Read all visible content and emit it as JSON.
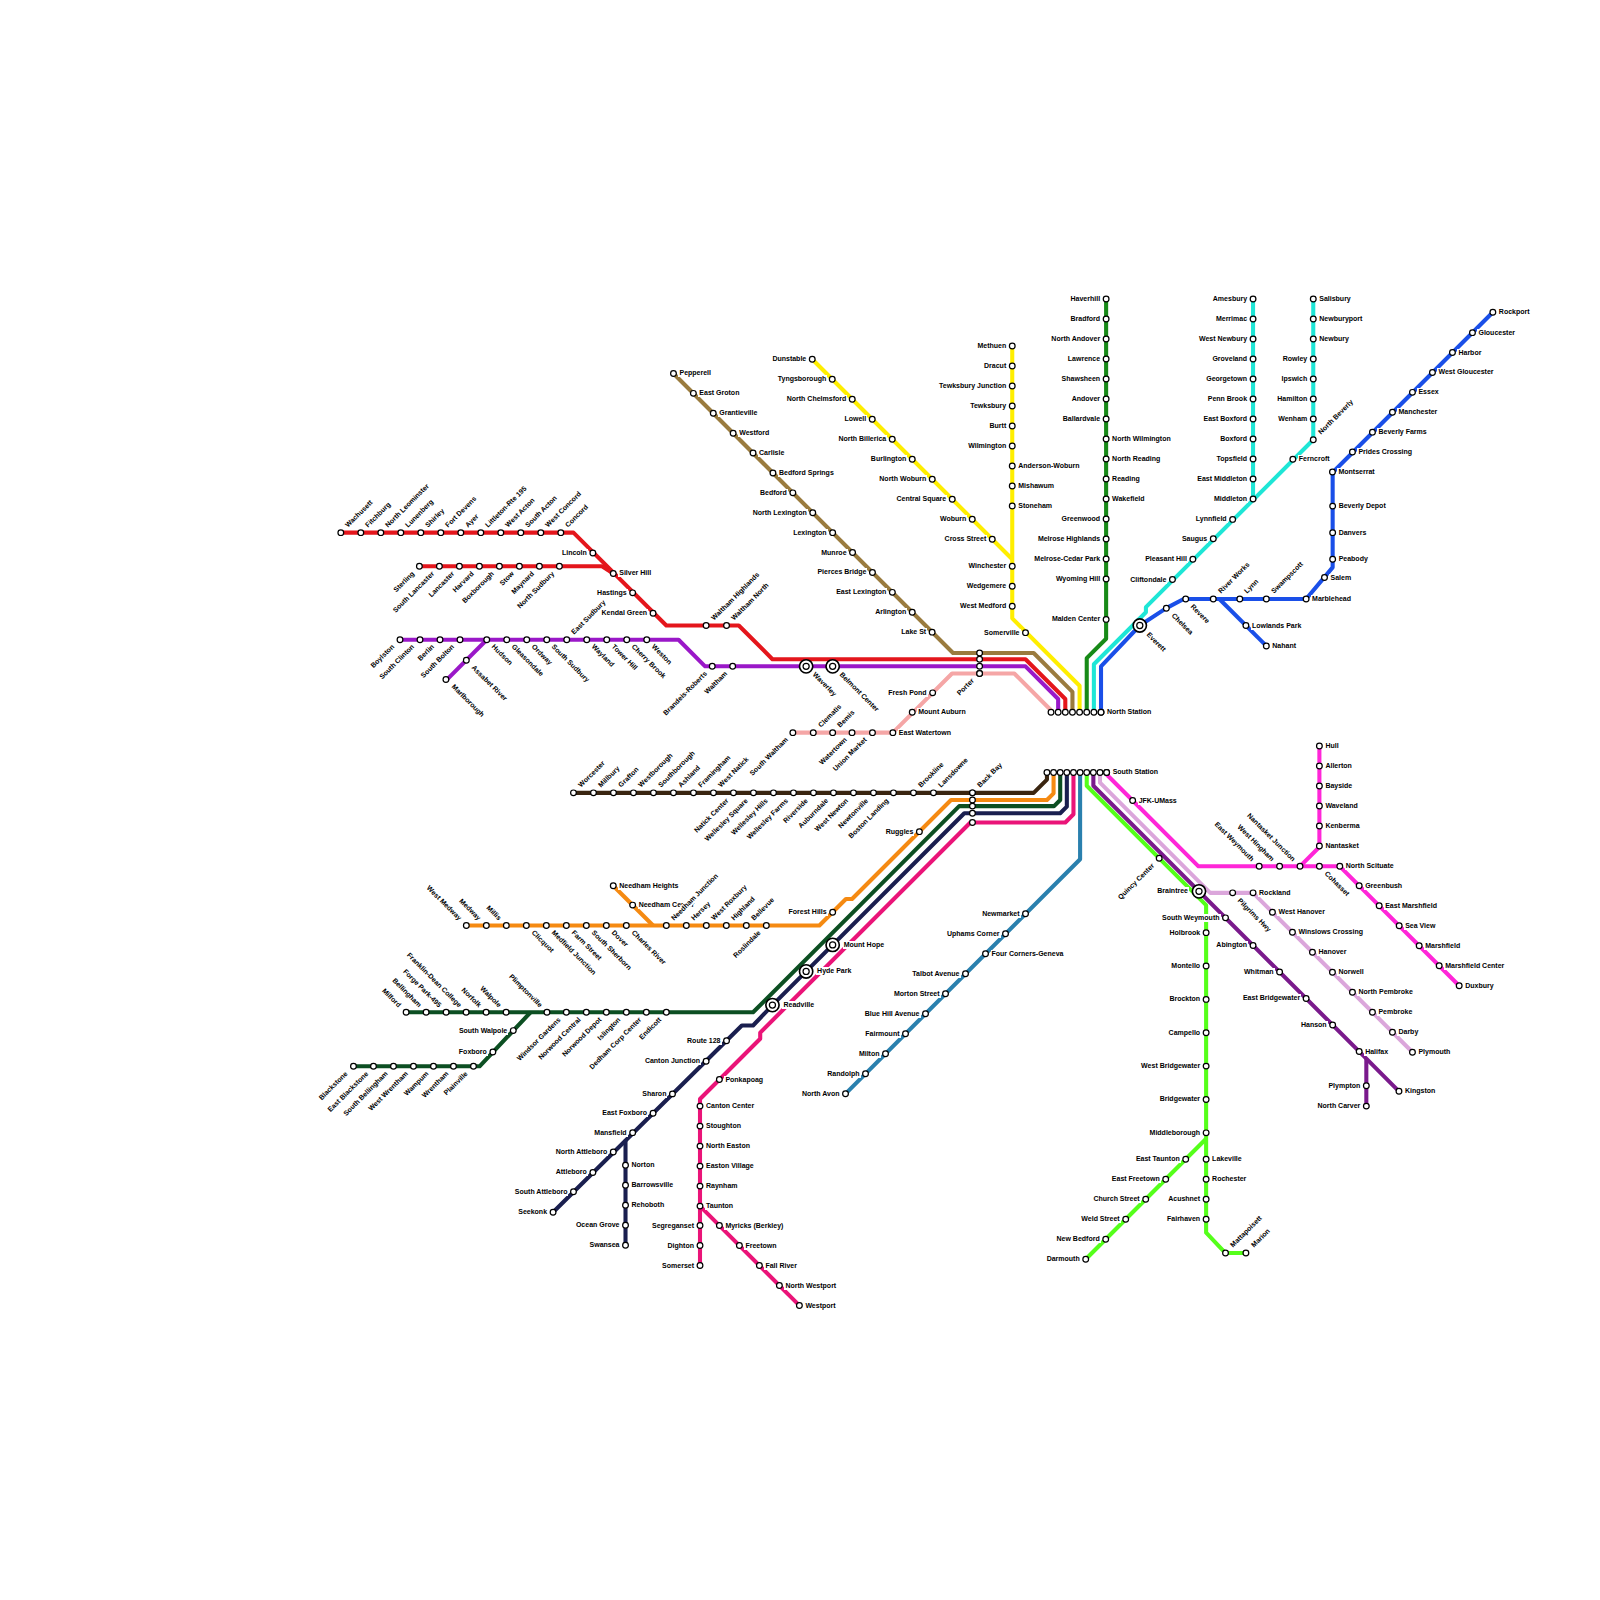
{
  "diagram": {
    "labels": [
      "Wachusett",
      "Fitchburg",
      "North Leominster",
      "Lunenberg",
      "Shirley",
      "Fort Devens",
      "Ayer",
      "Littleton-Rte 195",
      "West Acton",
      "South Acton",
      "West Concord",
      "Concord",
      "Lincoln",
      "Sterling",
      "South Lancaster",
      "Lancaster",
      "Harvard",
      "Boxborough",
      "Stow",
      "Maynard",
      "North Sudbury",
      "Silver Hill",
      "Hastings",
      "Kendal Green",
      "Waltham Highlands",
      "Waltham North",
      "Waverley",
      "Belmont Center",
      "Boylston",
      "South Clinton",
      "Berlin",
      "South Bolton",
      "Hudson",
      "Gleasondale",
      "Ordway",
      "South Sudbury",
      "East Sudbury",
      "Wayland",
      "Tower Hill",
      "Cherry Brook",
      "Weston",
      "Assabet River",
      "Marlborough",
      "Brandeis-Roberts",
      "Waltham",
      "Pepperell",
      "East Groton",
      "Grantieville",
      "Westford",
      "Carlisle",
      "Bedford Springs",
      "Bedford",
      "North Lexington",
      "Lexington",
      "Munroe",
      "Pierces Bridge",
      "East Lexington",
      "Arlington",
      "Lake St",
      "Porter",
      "South Waltham",
      "Clematis",
      "Bemis",
      "Watertown",
      "Union Market",
      "East Watertown",
      "Mount Auburn",
      "Fresh Pond",
      "Dunstable",
      "Tyngsborough",
      "North Chelmsford",
      "Lowell",
      "North Billerica",
      "Burlington",
      "North Woburn",
      "Central Square",
      "Woburn",
      "Cross Street",
      "Methuen",
      "Dracut",
      "Tewksbury Junction",
      "Tewksbury",
      "Burtt",
      "Wilmington",
      "Anderson-Woburn",
      "Mishawum",
      "Stoneham",
      "Winchester",
      "Wedgemere",
      "West Medford",
      "Somerville",
      "Haverhill",
      "Bradford",
      "North Andover",
      "Lawrence",
      "Shawsheen",
      "Andover",
      "Ballardvale",
      "North Wilmington",
      "North Reading",
      "Reading",
      "Wakefield",
      "Greenwood",
      "Melrose Highlands",
      "Melrose-Cedar Park",
      "Wyoming Hill",
      "Malden Center",
      "Amesbury",
      "Merrimac",
      "West Newbury",
      "Groveland",
      "Georgetown",
      "Penn Brook",
      "East Boxford",
      "Boxford",
      "Topsfield",
      "East Middleton",
      "Middleton",
      "Salisbury",
      "Newburyport",
      "Newbury",
      "Rowley",
      "Ipswich",
      "Hamilton",
      "Wenham",
      "North Beverly",
      "Ferncroft",
      "Lynnfield",
      "Saugus",
      "Pleasant Hill",
      "Cliftondale",
      "Rockport",
      "Gloucester",
      "Harbor",
      "West Gloucester",
      "Essex",
      "Manchester",
      "Beverly Farms",
      "Prides Crossing",
      "Montserrat",
      "Beverly Depot",
      "Danvers",
      "Peabody",
      "Salem",
      "Marblehead",
      "Swampscott",
      "Lynn",
      "River Works",
      "Revere",
      "Chelsea",
      "Everett",
      "Lowlands Park",
      "Nahant",
      "North Station",
      "South Station",
      "Worcester",
      "Millbury",
      "Grafton",
      "Westborough",
      "Southborough",
      "Ashland",
      "Framingham",
      "West Natick",
      "Natick Center",
      "Wellesley Square",
      "Wellesley Hills",
      "Wellesley Farms",
      "Riverside",
      "Auburndale",
      "West Newton",
      "Newtonville",
      "Boston Landing",
      "Brookline",
      "Lansdowne",
      "Back Bay",
      "West Medway",
      "Medway",
      "Millis",
      "Clicquot",
      "Medfield Junction",
      "Farm Street",
      "South Sherborn",
      "Dover",
      "Charles River",
      "Needham Heights",
      "Needham Center",
      "Needham Junction",
      "Hersey",
      "West Roxbury",
      "Highland",
      "Bellevue",
      "Roslindale",
      "Forest Hills",
      "Ruggles",
      "Milford",
      "Bellingham",
      "Forge Park-495",
      "Franklin-Dean College",
      "Norfolk",
      "Walpole",
      "Plimptonville",
      "Windsor Gardens",
      "Norwood Central",
      "Norwood Depot",
      "Islington",
      "Dedham Corp Center",
      "Endicott",
      "South Walpole",
      "Foxboro",
      "Plainville",
      "Wrentham",
      "Wampum",
      "West Wrentham",
      "South Bellingham",
      "East Blackstone",
      "Blackstone",
      "Readville",
      "Hyde Park",
      "Mount Hope",
      "Route 128",
      "Canton Junction",
      "Sharon",
      "East Foxboro",
      "Mansfield",
      "North Attleboro",
      "Attleboro",
      "South Attleboro",
      "Seekonk",
      "Norton",
      "Barrowsville",
      "Rehoboth",
      "Ocean Grove",
      "Swansea",
      "Ponkapoag",
      "Canton Center",
      "Stoughton",
      "North Easton",
      "Easton Village",
      "Raynham",
      "Taunton",
      "Segreganset",
      "Dighton",
      "Somerset",
      "Myricks (Berkley)",
      "Freetown",
      "Fall River",
      "North Westport",
      "Westport",
      "Newmarket",
      "Uphams Corner",
      "Four Corners-Geneva",
      "Talbot Avenue",
      "Morton Street",
      "Blue Hill Avenue",
      "Fairmount",
      "Milton",
      "Randolph",
      "North Avon",
      "JFK-UMass",
      "Quincy Center",
      "Braintree",
      "Holbrook",
      "Montello",
      "Brockton",
      "Campello",
      "West Bridgewater",
      "Bridgewater",
      "Middleborough",
      "East Taunton",
      "East Freetown",
      "Church Street",
      "Weld Street",
      "New Bedford",
      "Darmouth",
      "Lakeville",
      "Rochester",
      "Acushnet",
      "Fairhaven",
      "Mattapoisett",
      "Marion",
      "South Weymouth",
      "Abington",
      "Whitman",
      "East Bridgewater",
      "Hanson",
      "Halifax",
      "Plympton",
      "North Carver",
      "Kingston",
      "Pilgrims Hwy",
      "Rockland",
      "West Hanover",
      "Winslows Crossing",
      "Hanover",
      "Norwell",
      "North Pembroke",
      "Pembroke",
      "Darby",
      "Plymouth",
      "East Weymouth",
      "West Hingham",
      "Nantasket Junction",
      "Cohasset",
      "North Scituate",
      "Greenbush",
      "East Marshfield",
      "Sea View",
      "Marshfield",
      "Marshfield Center",
      "Duxbury",
      "Hull",
      "Allerton",
      "Bayside",
      "Waveland",
      "Kenberma",
      "Nantasket"
    ]
  }
}
